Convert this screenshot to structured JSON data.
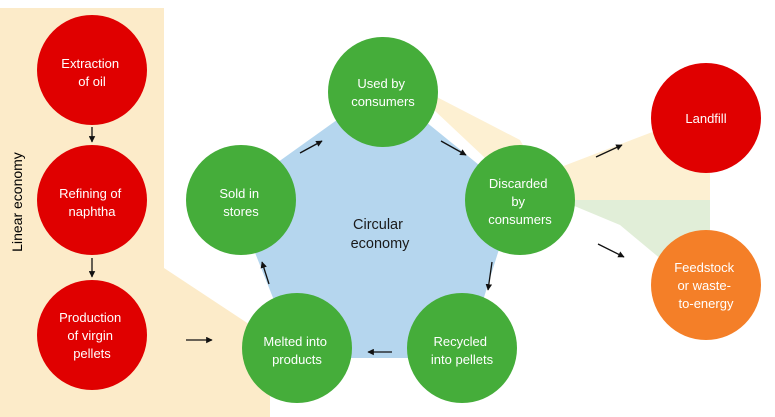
{
  "colors": {
    "linear_band": "#fcebc9",
    "landfill_band": "#fdf0d2",
    "feedstock_band": "#e1eed8",
    "pentagon": "#b5d6ee",
    "red_node": "#e00000",
    "green_node": "#45ad3a",
    "orange_node": "#f47f28",
    "arrow": "#111111"
  },
  "linear": {
    "side_label": "Linear economy",
    "nodes": [
      {
        "id": "extraction-of-oil",
        "lines": [
          "Extraction",
          "of oil"
        ]
      },
      {
        "id": "refining-of-naphtha",
        "lines": [
          "Refining of",
          "naphtha"
        ]
      },
      {
        "id": "production-of-virgin-pellets",
        "lines": [
          "Production",
          "of virgin",
          "pellets"
        ]
      }
    ]
  },
  "circular": {
    "center_lines": [
      "Circular",
      "economy"
    ],
    "nodes": [
      {
        "id": "used-by-consumers",
        "lines": [
          "Used by",
          "consumers"
        ]
      },
      {
        "id": "discarded-by-consumers",
        "lines": [
          "Discarded",
          "by",
          "consumers"
        ]
      },
      {
        "id": "recycled-into-pellets",
        "lines": [
          "Recycled",
          "into pellets"
        ]
      },
      {
        "id": "melted-into-products",
        "lines": [
          "Melted into",
          "products"
        ]
      },
      {
        "id": "sold-in-stores",
        "lines": [
          "Sold in",
          "stores"
        ]
      }
    ]
  },
  "outcomes": [
    {
      "id": "landfill",
      "lines": [
        "Landfill"
      ]
    },
    {
      "id": "feedstock-or-waste-to-energy",
      "lines": [
        "Feedstock",
        "or waste-",
        "to-energy"
      ]
    }
  ]
}
